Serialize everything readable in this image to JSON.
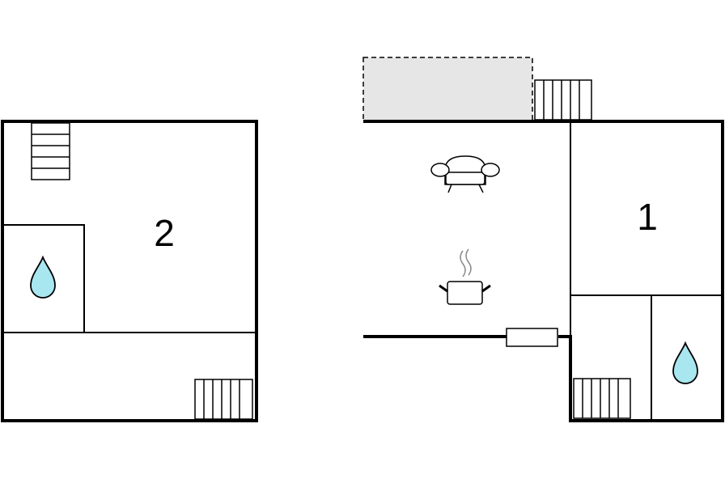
{
  "floors": [
    {
      "room_label": "2"
    },
    {
      "room_label": "1"
    }
  ],
  "colors": {
    "wall": "#000000",
    "water_drop": "#a8e6f0",
    "terrace": "#e6e6e6",
    "background": "#ffffff"
  },
  "icons": [
    "stairs-icon",
    "water-drop-icon",
    "sofa-icon",
    "cooking-pot-icon",
    "window-icon",
    "terrace-area"
  ]
}
